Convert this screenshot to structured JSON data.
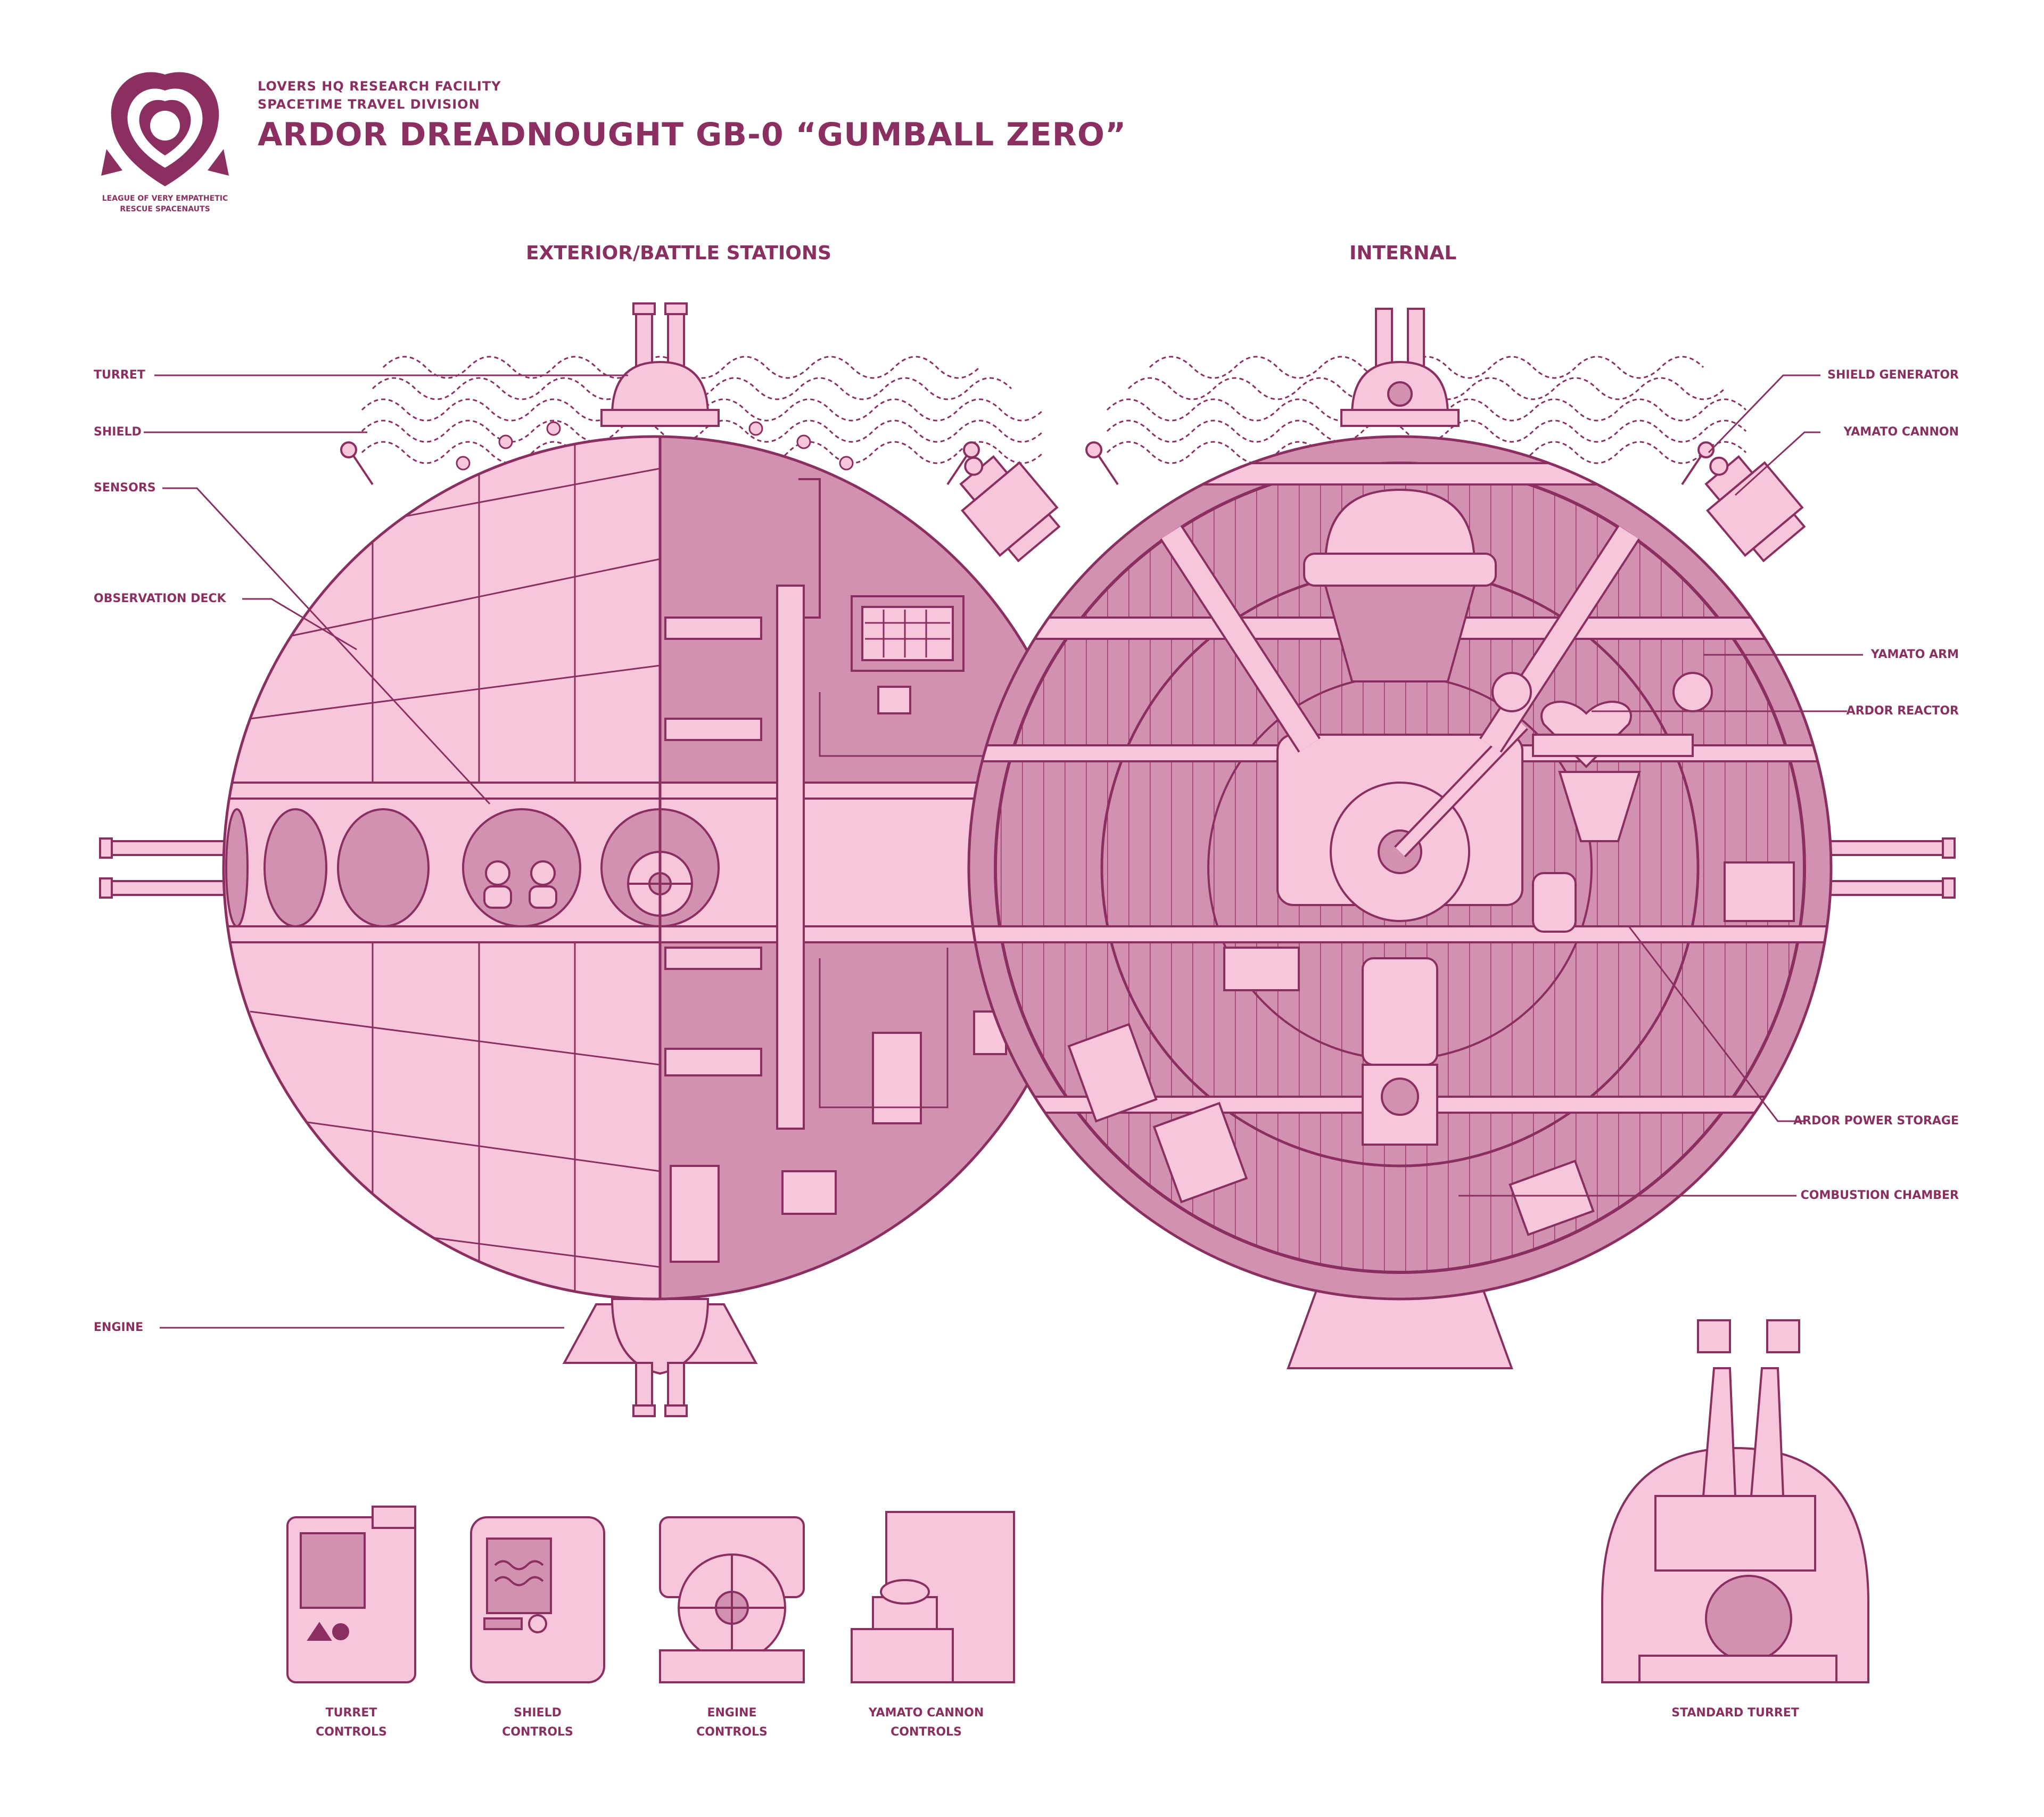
{
  "header": {
    "facility": "LOVERS HQ RESEARCH FACILITY",
    "division": "SPACETIME TRAVEL DIVISION",
    "title": "ARDOR DREADNOUGHT GB-0 “GUMBALL ZERO”"
  },
  "logo": {
    "icon": "heart-emblem-icon",
    "line1": "LEAGUE OF VERY EMPATHETIC",
    "line2": "RESCUE SPACENAUTS"
  },
  "sections": {
    "exterior": "EXTERIOR/BATTLE STATIONS",
    "internal": "INTERNAL"
  },
  "callouts_left": [
    "TURRET",
    "SHIELD",
    "SENSORS",
    "OBSERVATION DECK",
    "ENGINE"
  ],
  "callouts_right": [
    "SHIELD GENERATOR",
    "YAMATO CANNON",
    "YAMATO ARM",
    "ARDOR REACTOR",
    "ARDOR POWER STORAGE",
    "COMBUSTION CHAMBER"
  ],
  "controls": [
    {
      "line1": "TURRET",
      "line2": "CONTROLS"
    },
    {
      "line1": "SHIELD",
      "line2": "CONTROLS"
    },
    {
      "line1": "ENGINE",
      "line2": "CONTROLS"
    },
    {
      "line1": "YAMATO CANNON",
      "line2": "CONTROLS"
    }
  ],
  "standard_turret": "STANDARD TURRET",
  "colors": {
    "line": "#8a2f60",
    "fill_light": "#f8c6dc",
    "fill_mid": "#d291b1",
    "background": "#ffffff"
  }
}
